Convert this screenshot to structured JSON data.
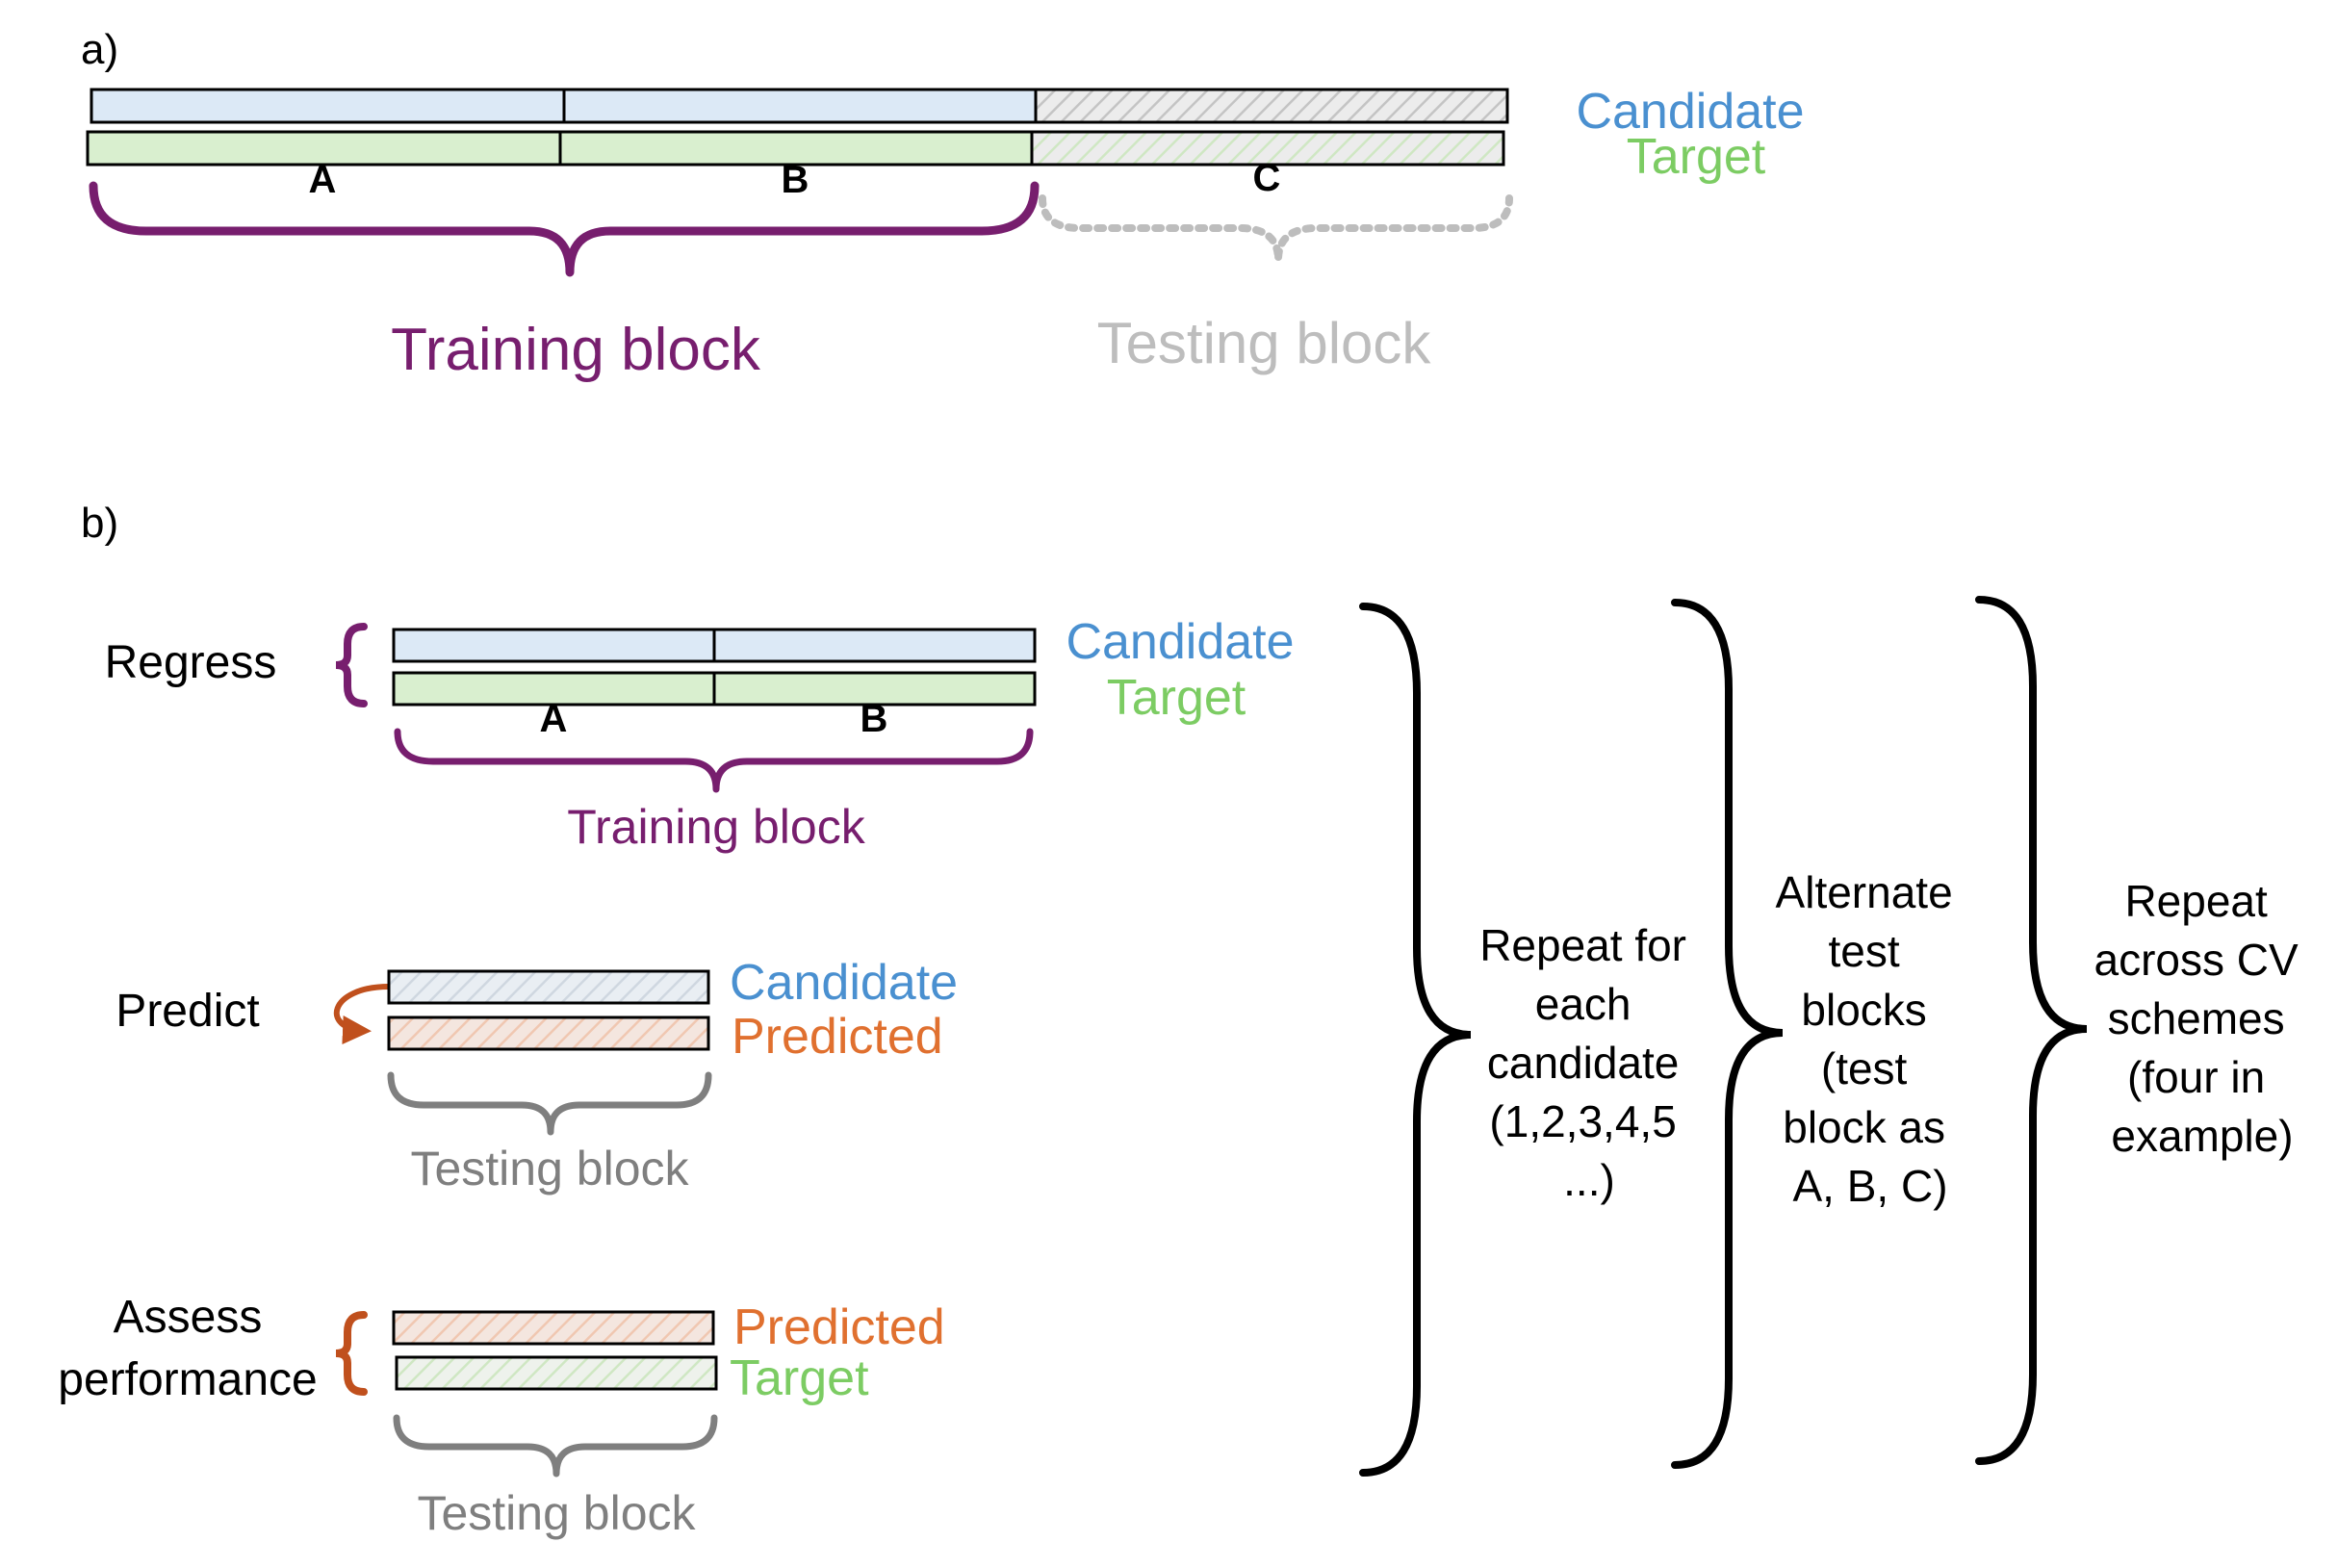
{
  "panel_a": {
    "label": "a)",
    "row_labels": {
      "candidate": "Candidate",
      "target": "Target"
    },
    "segments": [
      "A",
      "B",
      "C"
    ],
    "training_label": "Training block",
    "testing_label": "Testing block"
  },
  "panel_b": {
    "label": "b)",
    "regress": {
      "label": "Regress",
      "candidate": "Candidate",
      "target": "Target",
      "segments": [
        "A",
        "B"
      ],
      "block_label": "Training block"
    },
    "predict": {
      "label": "Predict",
      "candidate": "Candidate",
      "predicted": "Predicted",
      "block_label": "Testing block"
    },
    "assess": {
      "label_line1": "Assess",
      "label_line2": "performance",
      "predicted": "Predicted",
      "target": "Target",
      "block_label": "Testing block"
    },
    "loops": [
      {
        "lines": [
          "Repeat for",
          "each",
          "candidate",
          "(1,2,3,4,5",
          "...)"
        ]
      },
      {
        "lines": [
          "Alternate",
          "test",
          "blocks",
          "(test",
          "block as",
          "A, B, C)"
        ]
      },
      {
        "lines": [
          "Repeat",
          "across CV",
          "schemes",
          "(four in",
          "example)"
        ]
      }
    ]
  },
  "colors": {
    "candidate_fill": "#dce9f6",
    "candidate_text": "#4a90d0",
    "target_fill": "#d9efcf",
    "target_text": "#7ccc63",
    "predicted_text": "#e0702f",
    "training": "#771e6e",
    "testing_light": "#bdbdbd",
    "testing_grey": "#7f7f7f",
    "arrow": "#c0501d"
  }
}
